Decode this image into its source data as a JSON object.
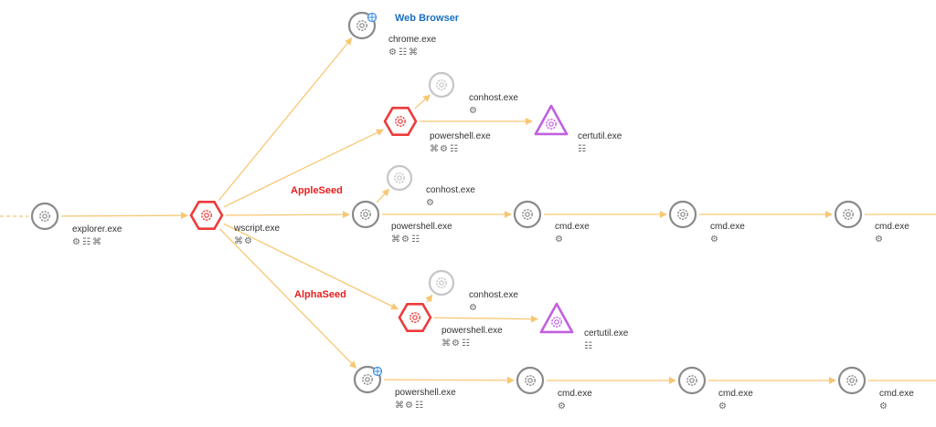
{
  "colors": {
    "edge": "#f8c773",
    "node_default": "#8a8a8a",
    "node_faded": "#c6c6c6",
    "node_malicious": "#ee3b3b",
    "node_tool": "#c260e0",
    "web_browser_label": "#1a6fc4",
    "family_label": "#e61e1e",
    "network_badge": "#3b8ee6"
  },
  "labels": {
    "web_browser": "Web Browser",
    "appleseed": "AppleSeed",
    "alphaseed": "AlphaSeed"
  },
  "icons": {
    "gear": "gear-icon",
    "file": "file-icon",
    "command": "command-icon",
    "network": "network-badge-icon"
  },
  "nodes": [
    {
      "id": "explorer",
      "name": "explorer.exe",
      "style": "default",
      "attrs": [
        "gear",
        "file",
        "command"
      ]
    },
    {
      "id": "wscript",
      "name": "wscript.exe",
      "style": "malicious",
      "attrs": [
        "command",
        "gear"
      ]
    },
    {
      "id": "chrome",
      "name": "chrome.exe",
      "style": "default",
      "network": true,
      "attrs": [
        "gear",
        "file",
        "command"
      ]
    },
    {
      "id": "ps1",
      "name": "powershell.exe",
      "style": "malicious",
      "attrs": [
        "command",
        "gear",
        "file"
      ]
    },
    {
      "id": "conhost1",
      "name": "conhost.exe",
      "style": "faded",
      "attrs": [
        "gear"
      ]
    },
    {
      "id": "certutil1",
      "name": "certutil.exe",
      "style": "tool",
      "attrs": [
        "file"
      ]
    },
    {
      "id": "ps2",
      "name": "powershell.exe",
      "style": "default",
      "attrs": [
        "command",
        "gear",
        "file"
      ]
    },
    {
      "id": "conhost2",
      "name": "conhost.exe",
      "style": "faded",
      "attrs": [
        "gear"
      ]
    },
    {
      "id": "cmd2a",
      "name": "cmd.exe",
      "style": "default",
      "attrs": [
        "gear"
      ]
    },
    {
      "id": "cmd2b",
      "name": "cmd.exe",
      "style": "default",
      "attrs": [
        "gear"
      ]
    },
    {
      "id": "cmd2c",
      "name": "cmd.exe",
      "style": "default",
      "attrs": [
        "gear"
      ]
    },
    {
      "id": "ps3",
      "name": "powershell.exe",
      "style": "malicious",
      "attrs": [
        "command",
        "gear",
        "file"
      ]
    },
    {
      "id": "conhost3",
      "name": "conhost.exe",
      "style": "faded",
      "attrs": [
        "gear"
      ]
    },
    {
      "id": "certutil3",
      "name": "certutil.exe",
      "style": "tool",
      "attrs": [
        "file"
      ]
    },
    {
      "id": "ps4",
      "name": "powershell.exe",
      "style": "default",
      "network": true,
      "attrs": [
        "command",
        "gear",
        "file"
      ]
    },
    {
      "id": "cmd4a",
      "name": "cmd.exe",
      "style": "default",
      "attrs": [
        "gear"
      ]
    },
    {
      "id": "cmd4b",
      "name": "cmd.exe",
      "style": "default",
      "attrs": [
        "gear"
      ]
    },
    {
      "id": "cmd4c",
      "name": "cmd.exe",
      "style": "default",
      "attrs": [
        "gear"
      ]
    }
  ],
  "edges": [
    {
      "from": "explorer",
      "to": "wscript"
    },
    {
      "from": "wscript",
      "to": "chrome"
    },
    {
      "from": "wscript",
      "to": "ps1"
    },
    {
      "from": "wscript",
      "to": "ps2"
    },
    {
      "from": "wscript",
      "to": "ps3"
    },
    {
      "from": "wscript",
      "to": "ps4"
    },
    {
      "from": "ps1",
      "to": "conhost1"
    },
    {
      "from": "ps1",
      "to": "certutil1"
    },
    {
      "from": "ps2",
      "to": "conhost2"
    },
    {
      "from": "ps2",
      "to": "cmd2a"
    },
    {
      "from": "cmd2a",
      "to": "cmd2b"
    },
    {
      "from": "cmd2b",
      "to": "cmd2c"
    },
    {
      "from": "ps3",
      "to": "conhost3"
    },
    {
      "from": "ps3",
      "to": "certutil3"
    },
    {
      "from": "ps4",
      "to": "cmd4a"
    },
    {
      "from": "cmd4a",
      "to": "cmd4b"
    },
    {
      "from": "cmd4b",
      "to": "cmd4c"
    }
  ]
}
